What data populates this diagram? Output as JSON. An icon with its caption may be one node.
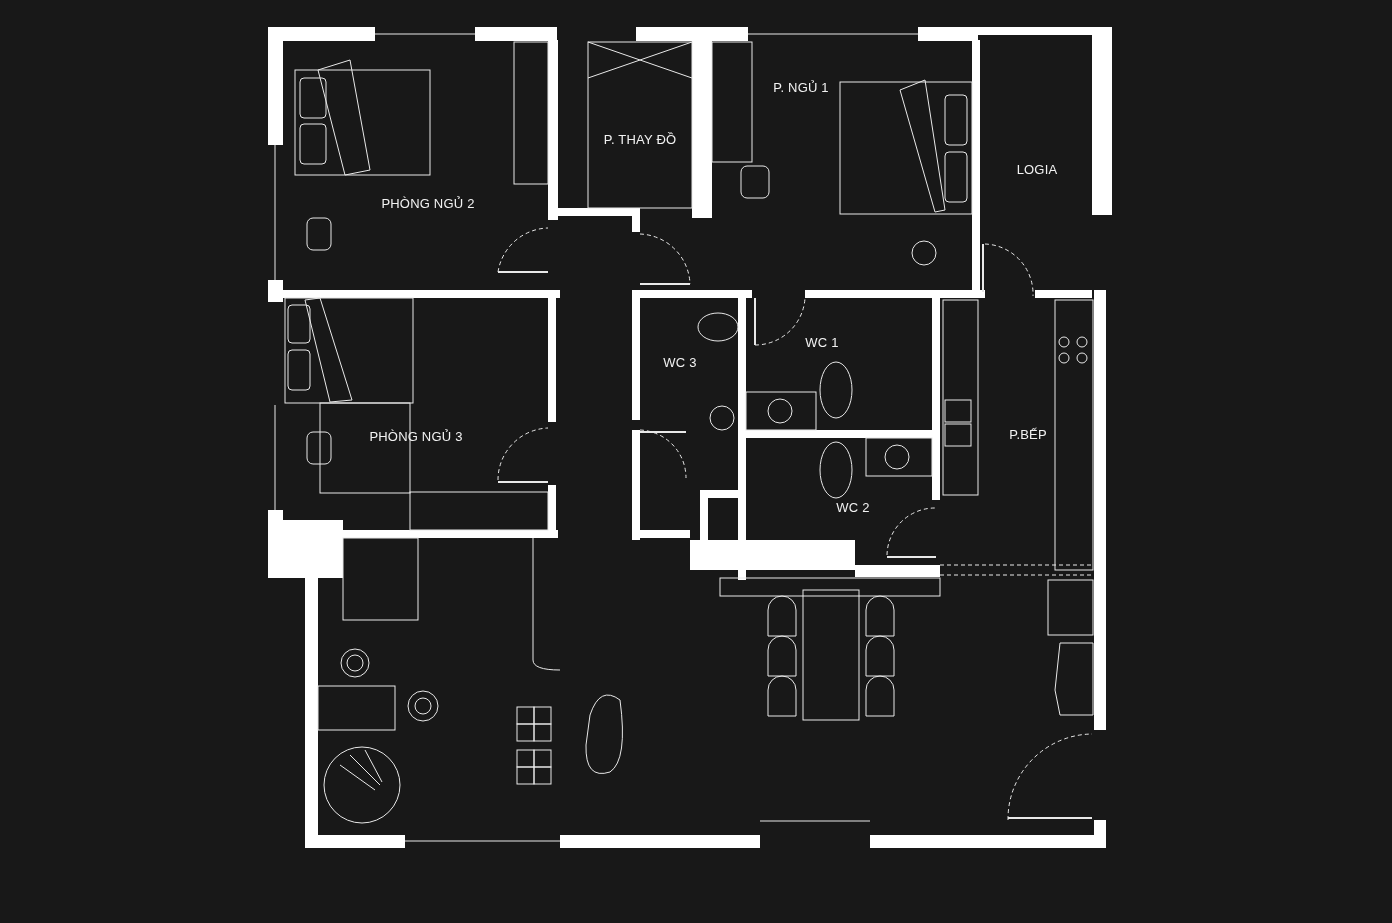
{
  "diagram": {
    "labels": [
      "P. NGỦ 1",
      "P. THAY ĐỒ",
      "LOGIA",
      "PHÒNG NGỦ 2",
      "WC 1",
      "WC 3",
      "P.BẾP",
      "PHÒNG NGỦ 3",
      "WC 2"
    ]
  }
}
